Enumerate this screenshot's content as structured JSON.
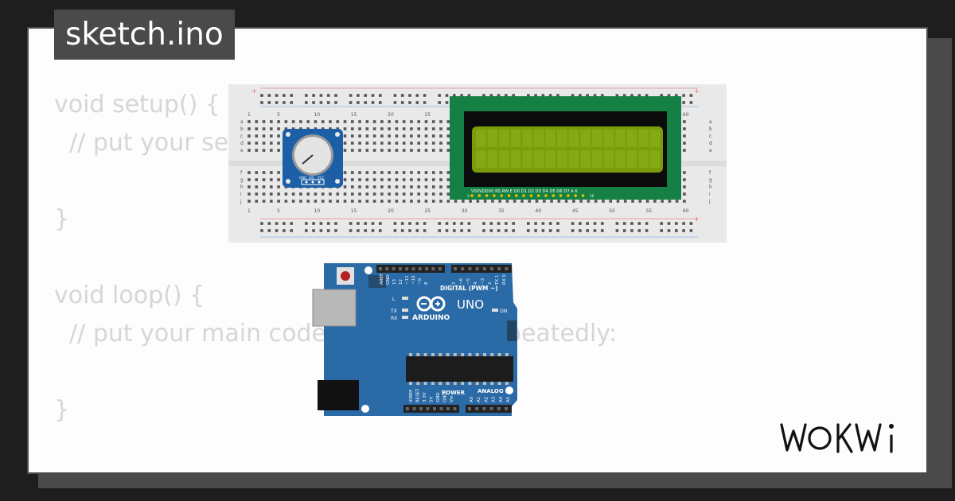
{
  "file": {
    "title": "sketch.ino"
  },
  "code": {
    "lines": [
      "void setup() {",
      "  // put your setup code here, to run once:",
      "",
      "}",
      "",
      "void loop() {",
      "  // put your main code here, to run repeatedly:",
      "",
      "}"
    ]
  },
  "breadboard": {
    "top_numbers": [
      "1",
      "5",
      "10",
      "15",
      "20",
      "25",
      "30",
      "35",
      "40",
      "45",
      "50",
      "55",
      "60"
    ],
    "bottom_numbers": [
      "1",
      "5",
      "10",
      "15",
      "20",
      "25",
      "30",
      "35",
      "40",
      "45",
      "50",
      "55",
      "60"
    ],
    "row_letters_top": [
      "a",
      "b",
      "c",
      "d",
      "e"
    ],
    "row_letters_bottom": [
      "f",
      "g",
      "h",
      "i",
      "j"
    ],
    "rail_plus": "+"
  },
  "potentiometer": {
    "pins": [
      "GND",
      "SIG",
      "VCC"
    ],
    "color": "#1c5fa6"
  },
  "lcd": {
    "pin_labels": "VSSVDDV0 RS RW E  D0 D1 D2 D3 D4 D5 D6 D7 A  K",
    "pin_start": "1",
    "pin_end": "16",
    "board_color": "#158043",
    "screen_color": "#7a9b0a"
  },
  "arduino": {
    "brand": "ARDUINO",
    "model": "UNO",
    "digital_label": "DIGITAL (PWM ~)",
    "digital_pins": [
      "AREF",
      "GND",
      "13",
      "12",
      "~11",
      "~10",
      "~9",
      "8",
      "7",
      "~6",
      "~5",
      "4",
      "~3",
      "2",
      "TX 1",
      "RX 0"
    ],
    "power_label": "POWER",
    "power_pins": [
      "IOREF",
      "RESET",
      "3.3V",
      "5V",
      "GND",
      "GND",
      "Vin"
    ],
    "analog_label": "ANALOG IN",
    "analog_pins": [
      "A0",
      "A1",
      "A2",
      "A3",
      "A4",
      "A5"
    ],
    "led_l": "L",
    "led_tx": "TX",
    "led_rx": "RX",
    "led_on": "ON",
    "board_color": "#2a6aa6"
  },
  "brand": {
    "logo": "WOKWI"
  }
}
